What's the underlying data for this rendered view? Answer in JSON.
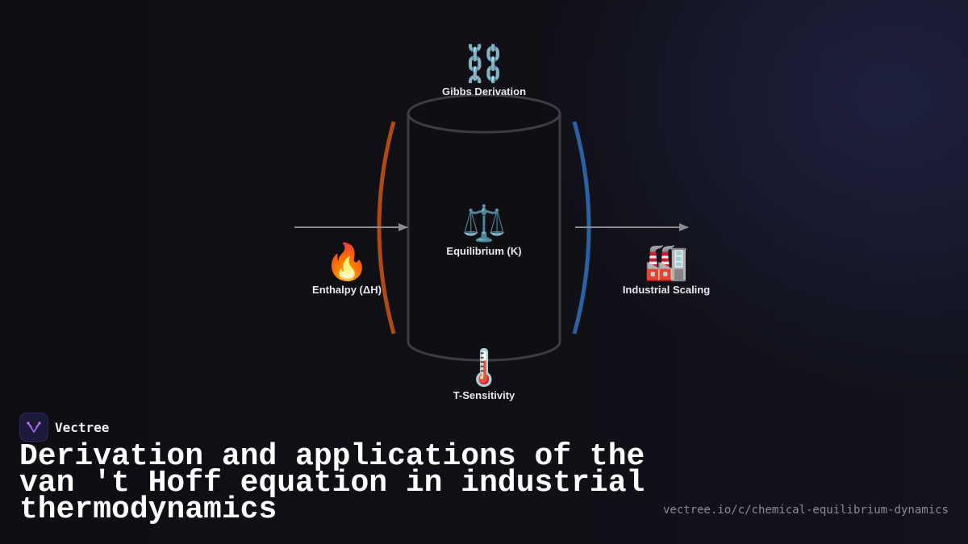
{
  "brand": {
    "name": "Vectree",
    "logo_icon": "vectree-logo-icon"
  },
  "title": "Derivation and applications of the van 't Hoff equation in industrial thermodynamics",
  "url": "vectree.io/c/chemical-equilibrium-dynamics",
  "colors": {
    "background": "#0f0f14",
    "left_arc": "#b04a12",
    "right_arc": "#2a62a4",
    "cylinder_stroke": "#3c3c42",
    "arrow": "#8c8c90"
  },
  "nodes": {
    "top": {
      "emoji": "⛓️",
      "label": "Gibbs Derivation",
      "icon": "chain-icon"
    },
    "center": {
      "emoji": "⚖️",
      "label": "Equilibrium (K)",
      "icon": "balance-scale-icon"
    },
    "left": {
      "emoji": "🔥",
      "label": "Enthalpy (ΔH)",
      "icon": "fire-icon"
    },
    "right": {
      "emoji": "🏭",
      "label": "Industrial Scaling",
      "icon": "factory-icon"
    },
    "bottom": {
      "emoji": "🌡️",
      "label": "T-Sensitivity",
      "icon": "thermometer-icon"
    }
  }
}
